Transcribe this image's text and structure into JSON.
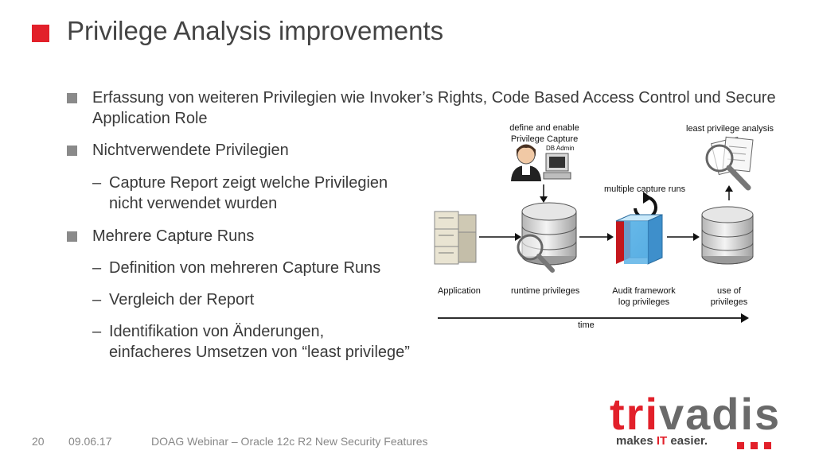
{
  "slide": {
    "title": "Privilege Analysis improvements"
  },
  "bullets": {
    "b1": "Erfassung von weiteren Privilegien wie Invoker’s Rights, Code Based Access Control und Secure Application Role",
    "b2": "Nichtverwendete Privilegien",
    "b2_1_line1": "Capture Report zeigt welche Privilegien",
    "b2_1_line2": "nicht verwendet wurden",
    "b3": "Mehrere Capture Runs",
    "b3_1": "Definition von mehreren Capture Runs",
    "b3_2": "Vergleich der Report",
    "b3_3_line1": "Identifikation von Änderungen,",
    "b3_3_line2": "einfacheres Umsetzen von “least privilege”",
    "dash": "–"
  },
  "diagram": {
    "define_line1": "define and enable",
    "define_line2": "Privilege Capture",
    "db_admin": "DB Admin",
    "least_privilege": "least privilege analysis",
    "multiple_runs": "multiple capture runs",
    "application": "Application",
    "runtime": "runtime privileges",
    "audit_line1": "Audit framework",
    "audit_line2": "log privileges",
    "use_line1": "use of",
    "use_line2": "privileges",
    "time": "time"
  },
  "footer": {
    "page_number": "20",
    "date": "09.06.17",
    "text": "DOAG Webinar – Oracle 12c R2 New Security Features"
  },
  "logo": {
    "word_part1": "tri",
    "word_part2": "vadis",
    "slogan_part1": "makes ",
    "slogan_highlight": "IT",
    "slogan_part2": " easier."
  },
  "colors": {
    "accent": "#e2202a",
    "bullet": "#8a8a8a",
    "text": "#3a3a3a",
    "footer": "#888888"
  }
}
